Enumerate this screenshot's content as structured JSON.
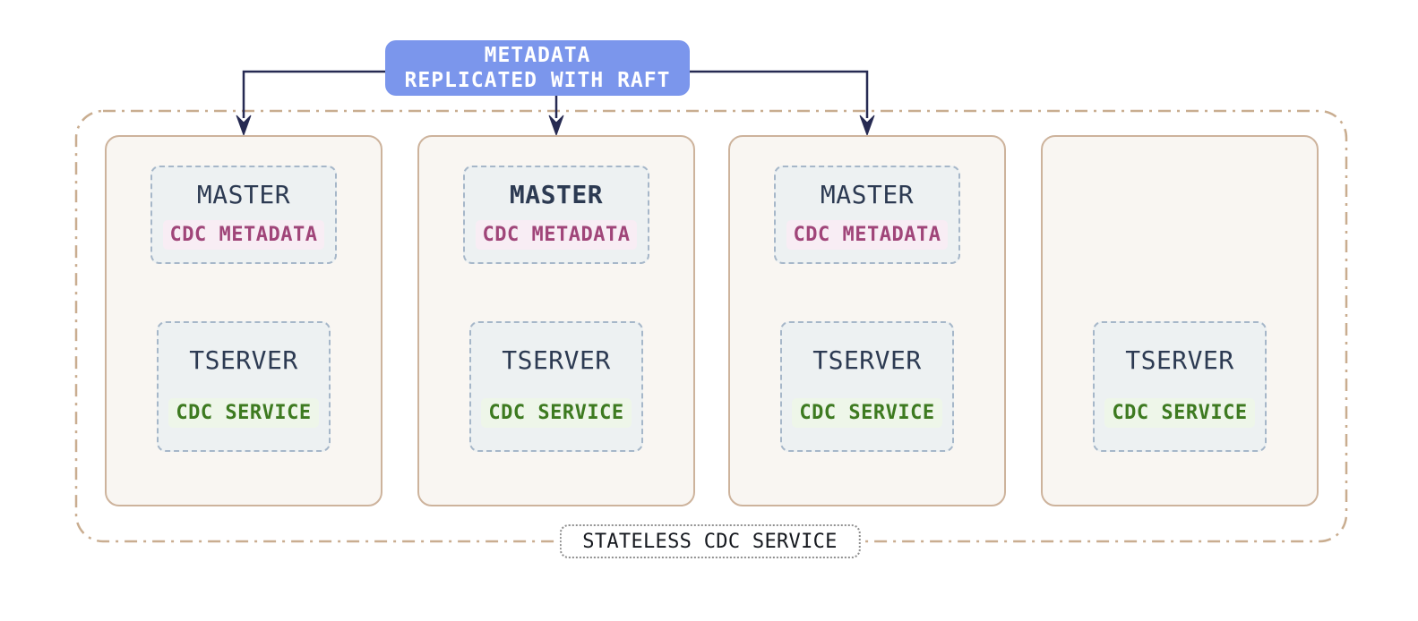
{
  "diagram": {
    "raft_banner": {
      "line1": "METADATA",
      "line2": "REPLICATED WITH RAFT"
    },
    "cluster_label": "STATELESS CDC SERVICE",
    "nodes": [
      {
        "master": {
          "label": "MASTER",
          "badge": "CDC METADATA",
          "emphasis": false
        },
        "tserver": {
          "label": "TSERVER",
          "badge": "CDC SERVICE"
        }
      },
      {
        "master": {
          "label": "MASTER",
          "badge": "CDC METADATA",
          "emphasis": true
        },
        "tserver": {
          "label": "TSERVER",
          "badge": "CDC SERVICE"
        }
      },
      {
        "master": {
          "label": "MASTER",
          "badge": "CDC METADATA",
          "emphasis": false
        },
        "tserver": {
          "label": "TSERVER",
          "badge": "CDC SERVICE"
        }
      },
      {
        "master": null,
        "tserver": {
          "label": "TSERVER",
          "badge": "CDC SERVICE"
        }
      }
    ],
    "colors": {
      "banner_bg": "#7b96ec",
      "banner_text": "#ffffff",
      "arrow": "#262a52",
      "cluster_border": "#c9ad90",
      "node_border": "#cdb39c",
      "node_bg": "#f9f6f2",
      "component_border": "#a6b7c9",
      "component_bg": "#edf1f2",
      "heading_text": "#2c3a52",
      "metadata_badge_text": "#a04579",
      "metadata_badge_bg": "#f8edf4",
      "service_badge_text": "#3d7a20",
      "service_badge_bg": "#eef6e9",
      "cluster_label_text": "#15181e"
    }
  }
}
